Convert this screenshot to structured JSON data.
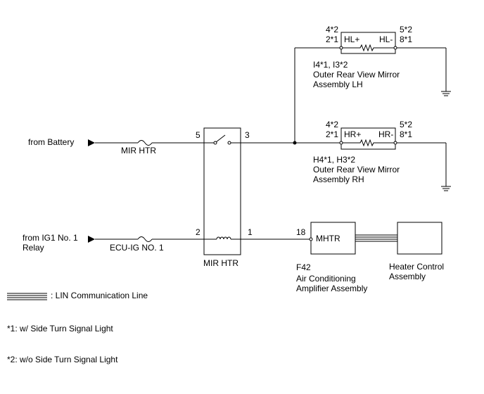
{
  "sources": {
    "battery": "from Battery",
    "ig1_line1": "from IG1 No. 1",
    "ig1_line2": "Relay"
  },
  "fuses": {
    "mir_htr": "MIR HTR",
    "ecu_ig": "ECU-IG NO. 1"
  },
  "relay": {
    "name": "MIR HTR",
    "pins": {
      "p5": "5",
      "p3": "3",
      "p2": "2",
      "p1": "1"
    }
  },
  "mirror_lh": {
    "pin_left_a": "4*2",
    "pin_left_b": "2*1",
    "pin_right_a": "5*2",
    "pin_right_b": "8*1",
    "term_plus": "HL+",
    "term_minus": "HL-",
    "code": "I4*1, I3*2",
    "name_line1": "Outer Rear View Mirror",
    "name_line2": "Assembly LH"
  },
  "mirror_rh": {
    "pin_left_a": "4*2",
    "pin_left_b": "2*1",
    "pin_right_a": "5*2",
    "pin_right_b": "8*1",
    "term_plus": "HR+",
    "term_minus": "HR-",
    "code": "H4*1, H3*2",
    "name_line1": "Outer Rear View Mirror",
    "name_line2": "Assembly RH"
  },
  "amplifier": {
    "pin": "18",
    "term": "MHTR",
    "code": "F42",
    "name_line1": "Air Conditioning",
    "name_line2": "Amplifier Assembly"
  },
  "heater_control": {
    "name_line1": "Heater Control",
    "name_line2": "Assembly"
  },
  "legend": {
    "lin": ": LIN Communication Line",
    "note1": "*1: w/ Side Turn Signal Light",
    "note2": "*2: w/o Side Turn Signal Light"
  }
}
